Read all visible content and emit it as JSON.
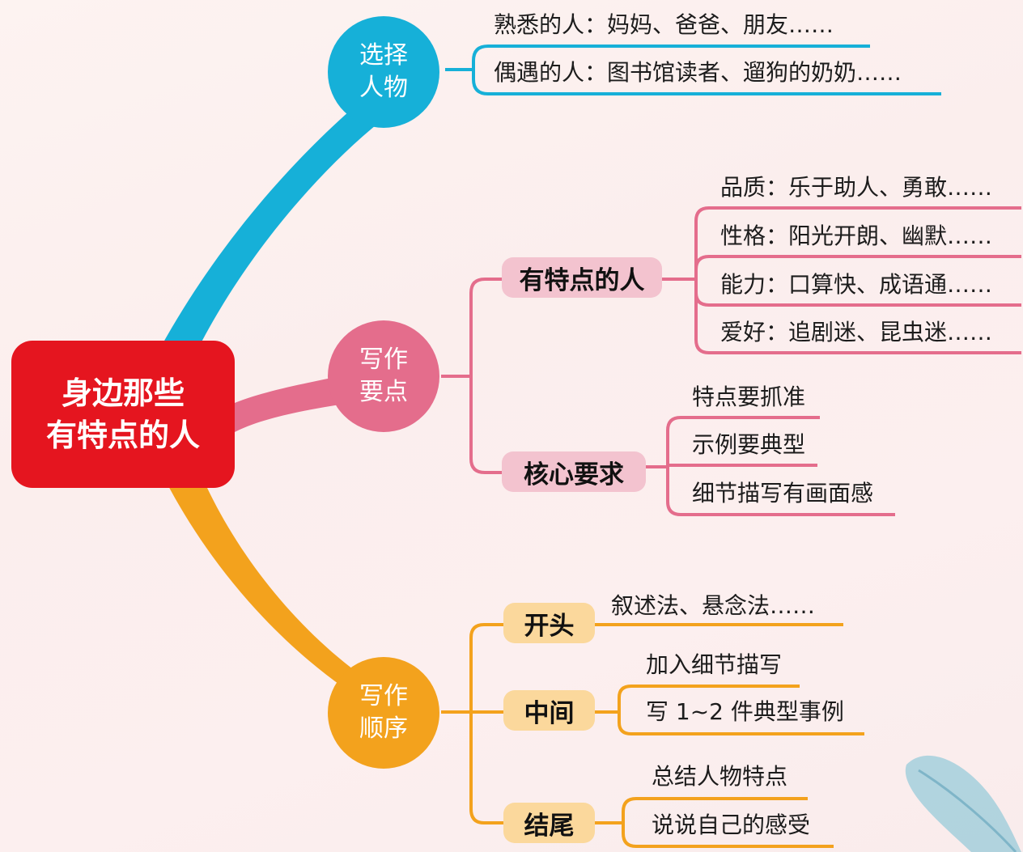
{
  "root": {
    "line1": "身边那些",
    "line2": "有特点的人"
  },
  "branches": {
    "select": {
      "line1": "选择",
      "line2": "人物",
      "leaves": [
        "熟悉的人：妈妈、爸爸、朋友……",
        "偶遇的人：图书馆读者、遛狗的奶奶……"
      ]
    },
    "points": {
      "line1": "写作",
      "line2": "要点",
      "sub1": {
        "label": "有特点的人",
        "leaves": [
          "品质：乐于助人、勇敢……",
          "性格：阳光开朗、幽默……",
          "能力：口算快、成语通……",
          "爱好：追剧迷、昆虫迷……"
        ]
      },
      "sub2": {
        "label": "核心要求",
        "leaves": [
          "特点要抓准",
          "示例要典型",
          "细节描写有画面感"
        ]
      }
    },
    "order": {
      "line1": "写作",
      "line2": "顺序",
      "sub1": {
        "label": "开头",
        "leaves": [
          "叙述法、悬念法……"
        ]
      },
      "sub2": {
        "label": "中间",
        "leaves": [
          "加入细节描写",
          "写 1~2 件典型事例"
        ]
      },
      "sub3": {
        "label": "结尾",
        "leaves": [
          "总结人物特点",
          "说说自己的感受"
        ]
      }
    }
  },
  "colors": {
    "root": "#e5151f",
    "blue": "#16b0d8",
    "pink": "#e46d8c",
    "orange": "#f3a21d"
  }
}
